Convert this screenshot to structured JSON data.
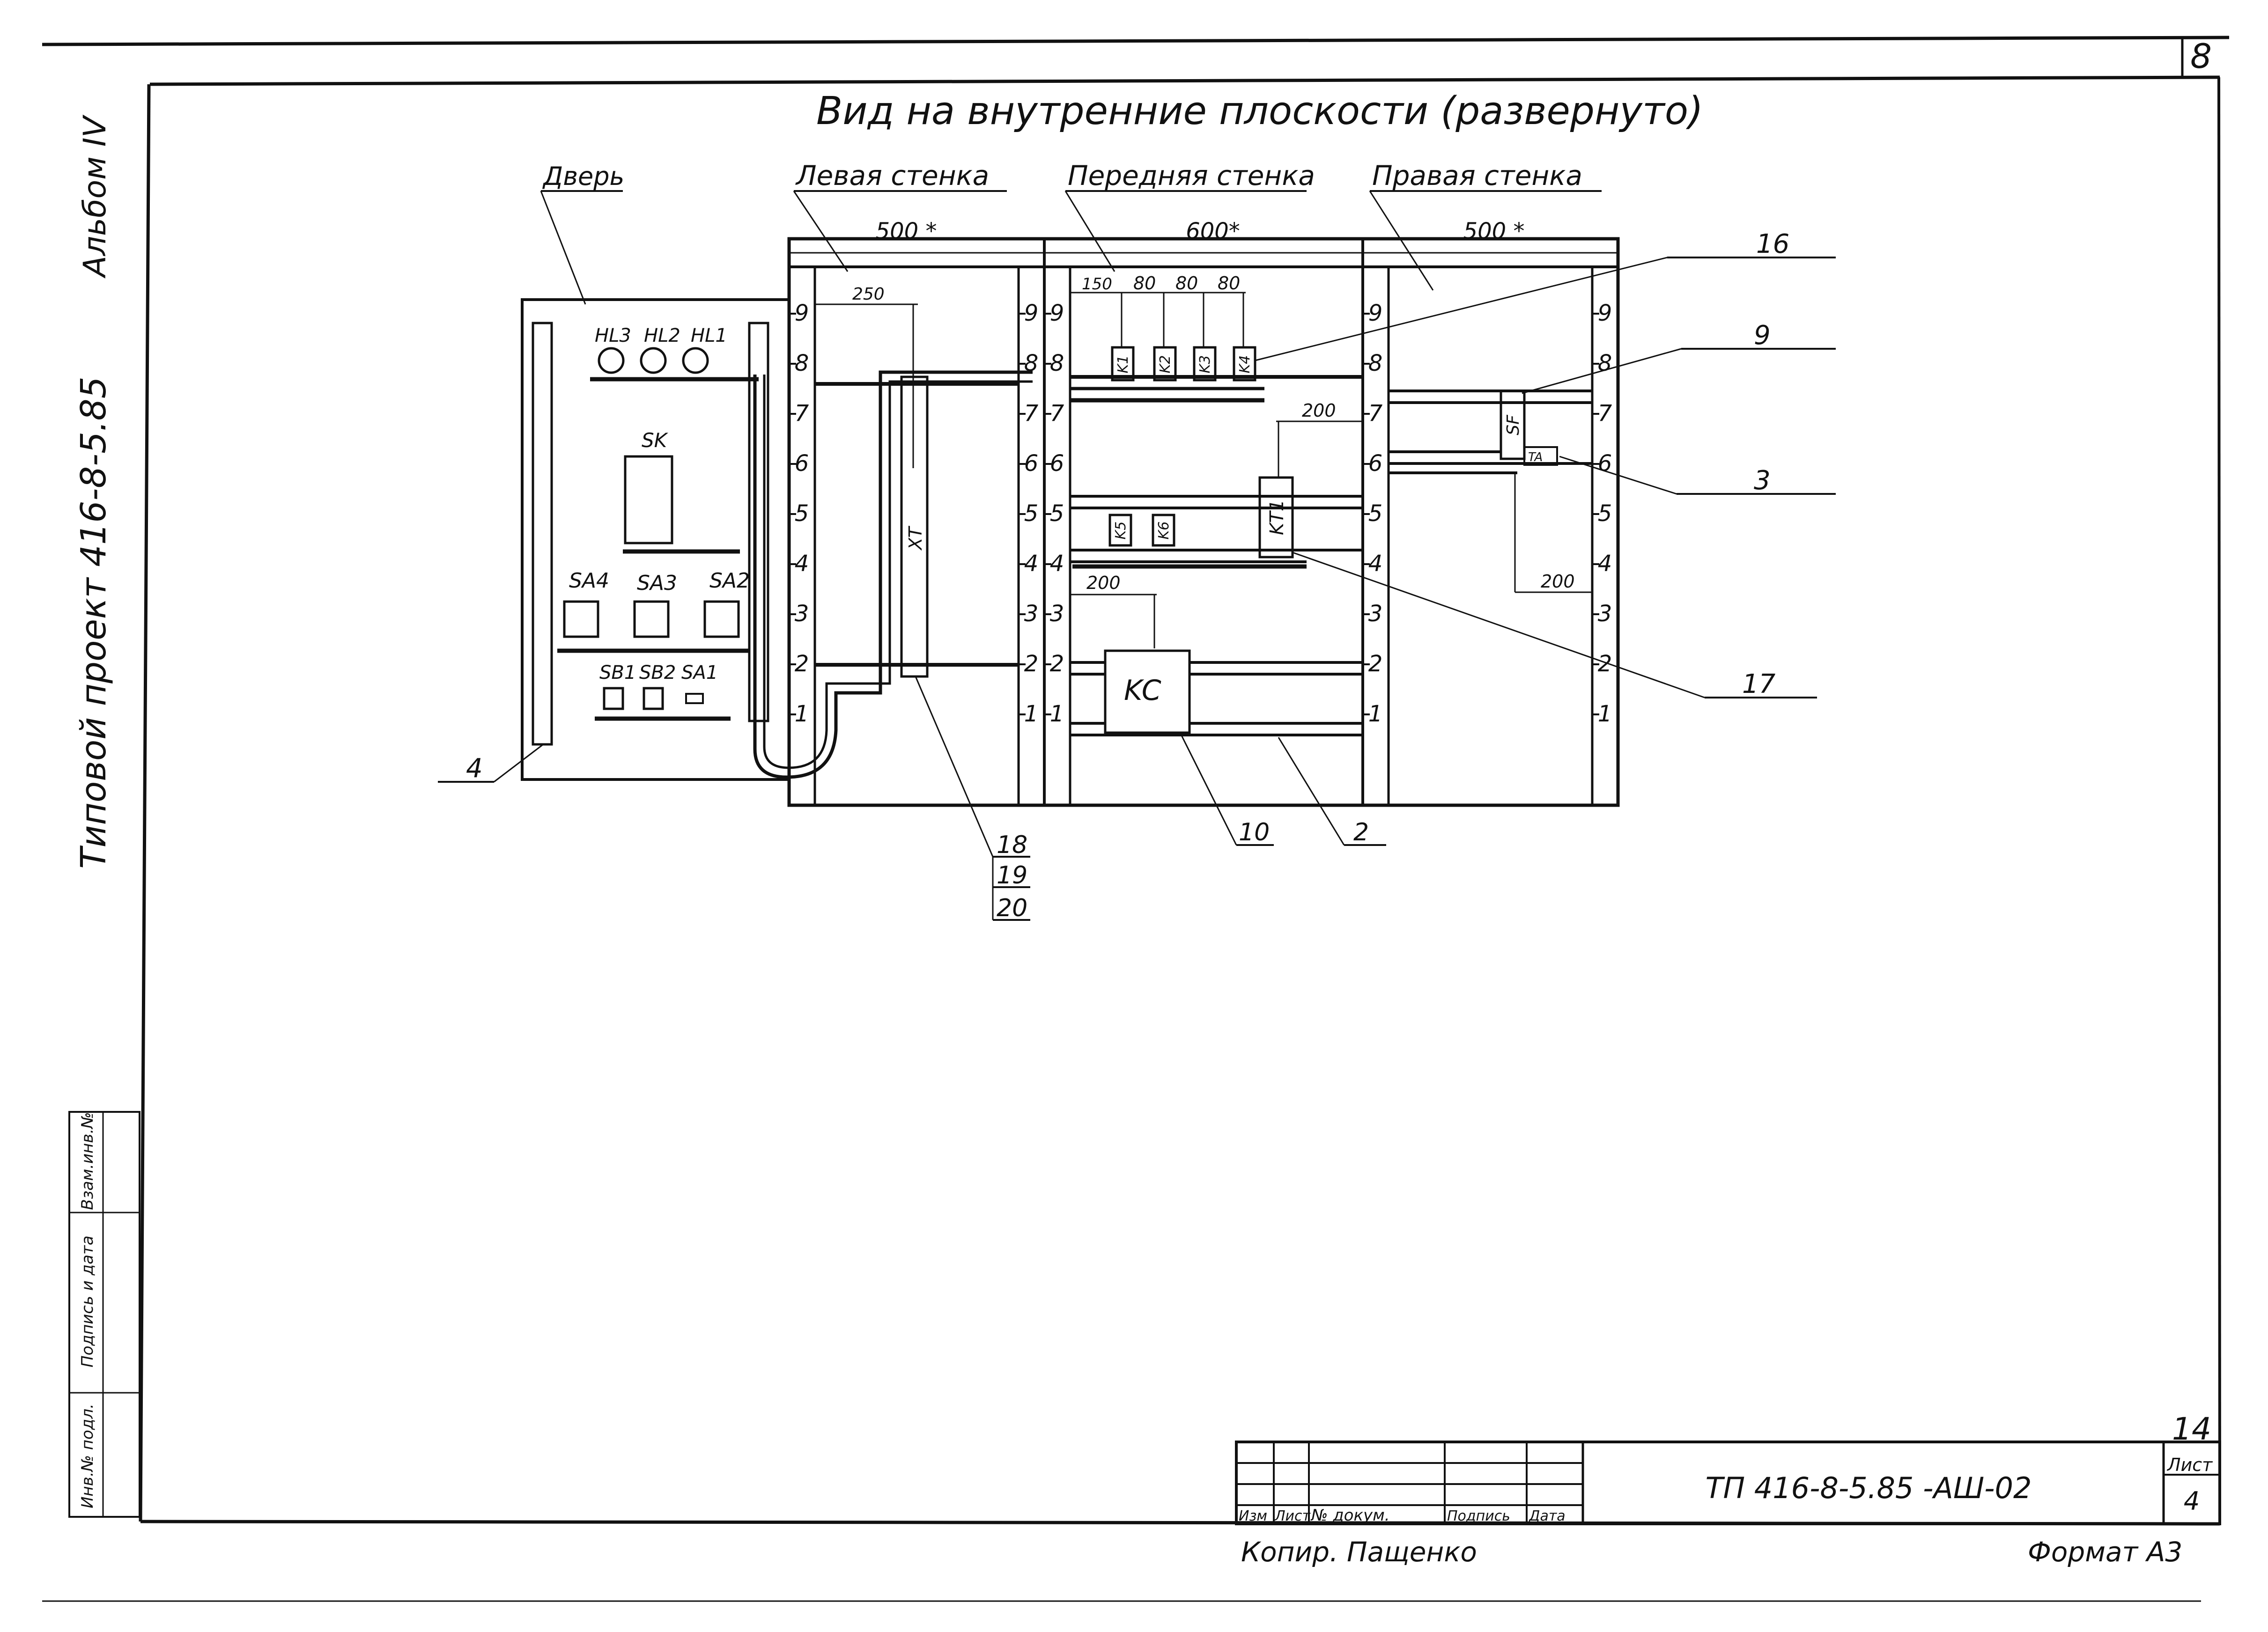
{
  "sheet": {
    "page_number": "8",
    "title": "Вид на внутренние плоскости (развернуто)",
    "side_left_1": "Альбом IV",
    "side_left_2": "Типовой проект 416-8-5.85",
    "side_stamps": [
      "Взам.инв.№",
      "Подпись и дата",
      "Инв.№ подл."
    ]
  },
  "sections": {
    "door": "Дверь",
    "left_wall": "Левая стенка",
    "front_wall": "Передняя стенка",
    "right_wall": "Правая стенка"
  },
  "dimensions": {
    "left_wall_width": "500 *",
    "front_wall_width": "600*",
    "right_wall_width": "500 *",
    "left_250": "250",
    "front_150": "150",
    "front_80a": "80",
    "front_80b": "80",
    "front_80c": "80",
    "front_200_top": "200",
    "front_200_bottom": "200",
    "right_200": "200"
  },
  "rack_numbers": [
    "9",
    "8",
    "7",
    "6",
    "5",
    "4",
    "3",
    "2",
    "1"
  ],
  "door_components": {
    "lamps": [
      "HL3",
      "HL2",
      "HL1"
    ],
    "switch_sk": "SK",
    "selectors": [
      "SA4",
      "SA3",
      "SA2"
    ],
    "buttons": [
      "SB1",
      "SB2",
      "SA1"
    ]
  },
  "devices": {
    "terminal_block": "XT",
    "relays_top": [
      "K1",
      "K2",
      "K3",
      "K4"
    ],
    "relays_mid": [
      "K5",
      "K6"
    ],
    "time_relay": "KT1",
    "contactor": "KC",
    "breaker": "SF",
    "small_box": "TA"
  },
  "callouts": {
    "c16": "16",
    "c9": "9",
    "c3": "3",
    "c17": "17",
    "c4": "4",
    "c18": "18",
    "c19": "19",
    "c20": "20",
    "c10": "10",
    "c2": "2"
  },
  "title_block": {
    "headers": [
      "Изм",
      "Лист",
      "№ докум.",
      "Подпись",
      "Дата"
    ],
    "doc_code": "ТП 416-8-5.85 -АШ-02",
    "sheet_label": "Лист",
    "sheet_number": "4",
    "total_sheets": "14",
    "copied_by": "Копир. Пащенко",
    "format": "Формат А3"
  }
}
